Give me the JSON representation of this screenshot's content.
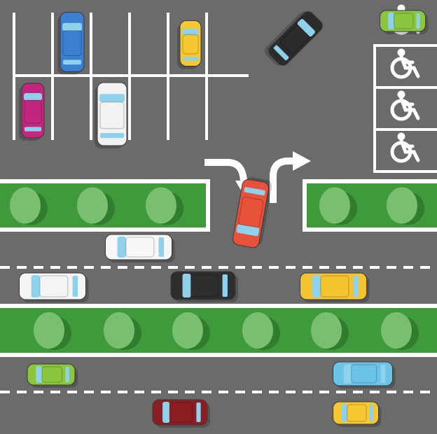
{
  "colors": {
    "asphalt": "#6b6b6b",
    "marking": "#ffffff",
    "grass": "#3f9a3c",
    "bush": "#78c06f",
    "bush_shadow": "#2f7d2d",
    "glass": "#8fd0ea"
  },
  "icons": {
    "disabled_parking": "wheelchair-icon",
    "turn_left_down": "turn-arrow-icon",
    "turn_right": "turn-arrow-icon"
  },
  "vehicles": [
    {
      "id": "blue-pickup",
      "color": "#3a7fd0"
    },
    {
      "id": "yellow-taxi",
      "color": "#f5c832"
    },
    {
      "id": "black-sedan-diagonal",
      "color": "#2b2b2b"
    },
    {
      "id": "green-hatchback-top",
      "color": "#8cc63f"
    },
    {
      "id": "magenta-coupe",
      "color": "#c2267e"
    },
    {
      "id": "white-suv",
      "color": "#f2f2f2"
    },
    {
      "id": "red-pickup",
      "color": "#e8513a"
    },
    {
      "id": "white-van",
      "color": "#f7f7f7"
    },
    {
      "id": "white-hatchback",
      "color": "#f4f4f4"
    },
    {
      "id": "black-hatchback",
      "color": "#2e2e2e"
    },
    {
      "id": "yellow-van",
      "color": "#f4c430"
    },
    {
      "id": "green-hatchback",
      "color": "#8cc63f"
    },
    {
      "id": "light-blue-car",
      "color": "#6cc3e8"
    },
    {
      "id": "dark-red-classic",
      "color": "#8b1e22"
    },
    {
      "id": "yellow-small-car",
      "color": "#f5c832"
    }
  ]
}
